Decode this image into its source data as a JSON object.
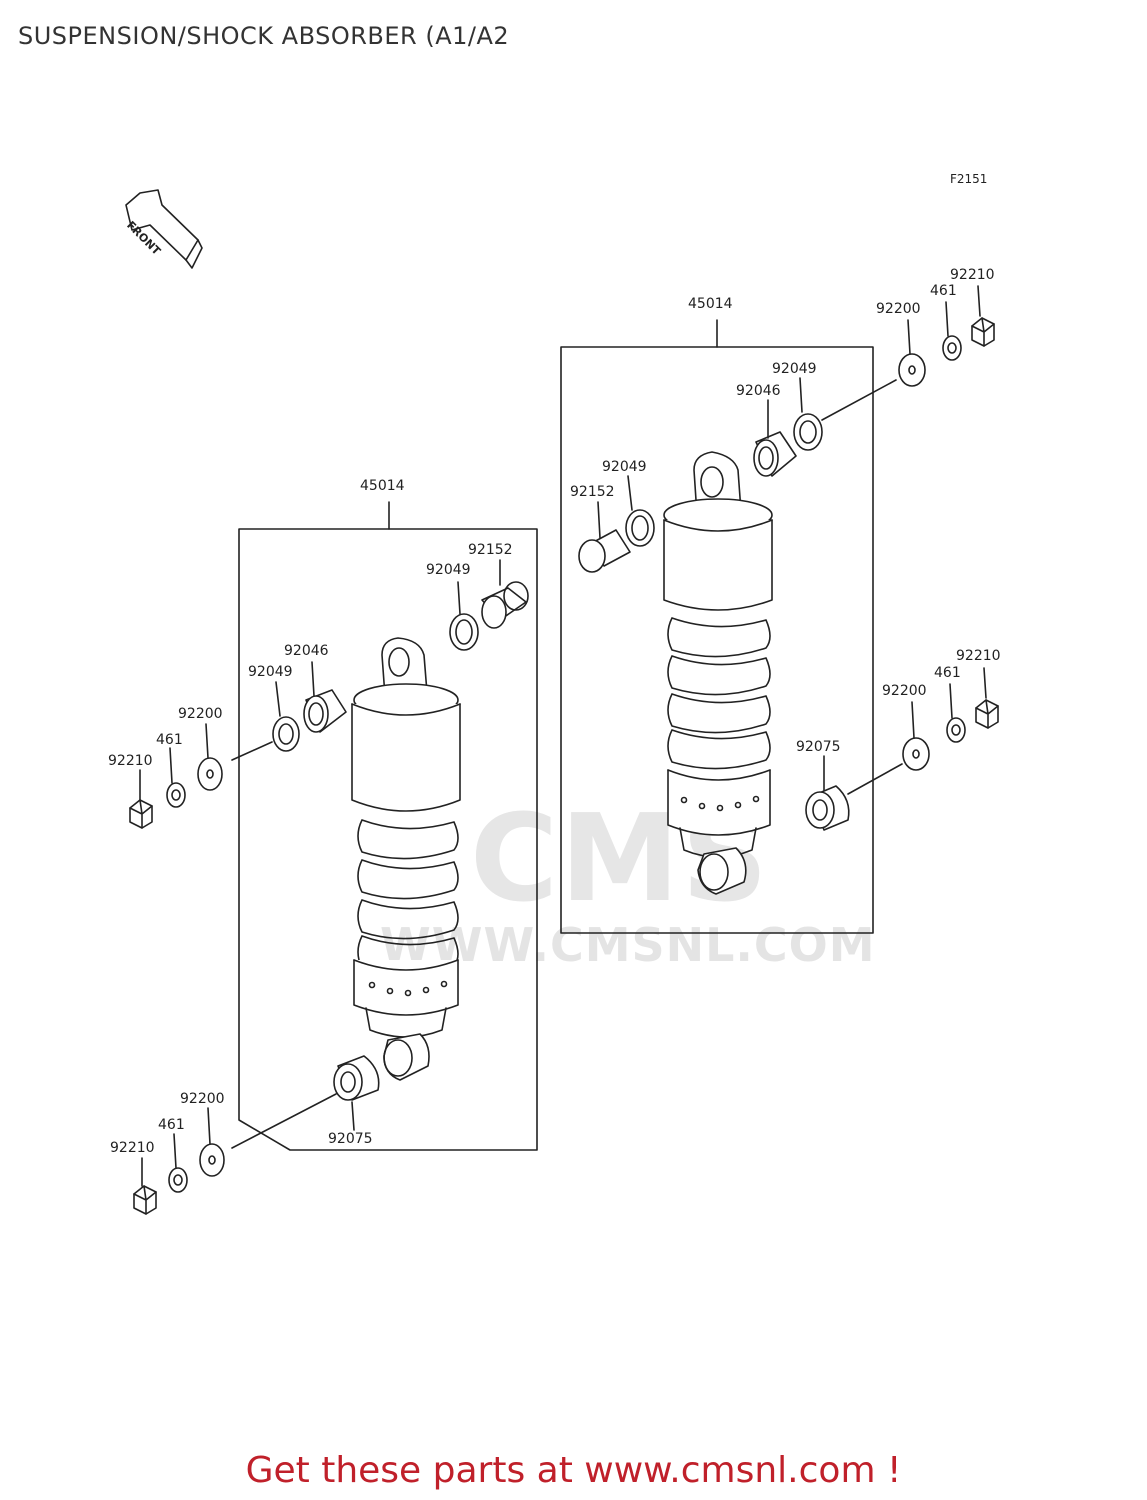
{
  "title": "SUSPENSION/SHOCK ABSORBER (A1/A2",
  "figure_code": "F2151",
  "front_arrow_label": "FRONT",
  "watermark": {
    "logo": "CMS",
    "url": "WWW.CMSNL.COM"
  },
  "parts": {
    "shock_assembly": "45014",
    "collar": "92152",
    "seal": "92049",
    "bearing": "92046",
    "washer": "92200",
    "nut": "92210",
    "spring_washer": "461",
    "bushing": "92075"
  },
  "footer_cta": "Get these parts at www.cmsnl.com !",
  "colors": {
    "line": "#222222",
    "cta": "#c0202a",
    "watermark": "#e4e4e4"
  }
}
